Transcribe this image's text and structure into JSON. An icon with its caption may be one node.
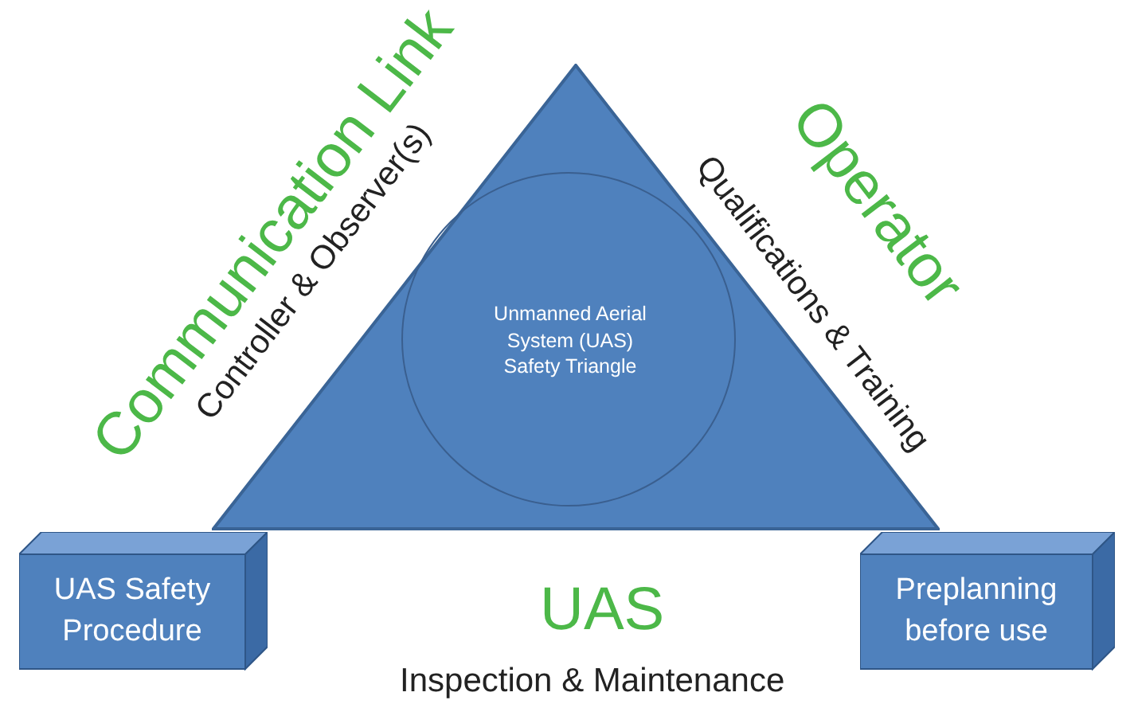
{
  "diagram": {
    "nodes": [
      {
        "text": [],
        "shape": "triangle"
      },
      {
        "text": [
          "Unmanned Aerial System (UAS) Safety Triangle"
        ],
        "in": 0
      },
      {
        "text": [
          "UAS Safety Procedure"
        ]
      },
      {
        "text": [
          "Preplanning before use"
        ]
      }
    ],
    "labels": [
      "Communication Link",
      "Controller & Observer(s)",
      "Operator",
      "Qualifications & Training",
      "UAS",
      "Inspection & Maintenance"
    ]
  }
}
